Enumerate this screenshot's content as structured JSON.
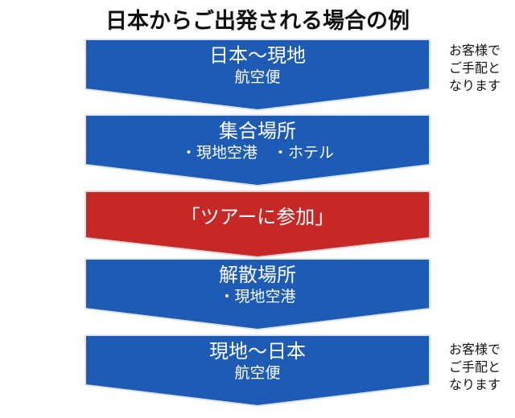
{
  "title": "日本からご出発される場合の例",
  "colors": {
    "step_blue": "#1e5bb5",
    "step_red": "#c62828",
    "text": "#111111"
  },
  "steps": [
    {
      "line1": "日本〜現地",
      "line2": "航空便",
      "color": "blue"
    },
    {
      "line1": "集合場所",
      "line2": "・現地空港　・ホテル",
      "color": "blue"
    },
    {
      "line1": "「ツアーに参加」",
      "color": "red"
    },
    {
      "line1": "解散場所",
      "line2": "・現地空港",
      "color": "blue"
    },
    {
      "line1": "現地〜日本",
      "line2": "航空便",
      "color": "blue"
    }
  ],
  "notes": [
    {
      "lines": [
        "お客様で",
        "ご手配と",
        "なります"
      ]
    },
    {
      "lines": [
        "お客様で",
        "ご手配と",
        "なります"
      ]
    }
  ]
}
